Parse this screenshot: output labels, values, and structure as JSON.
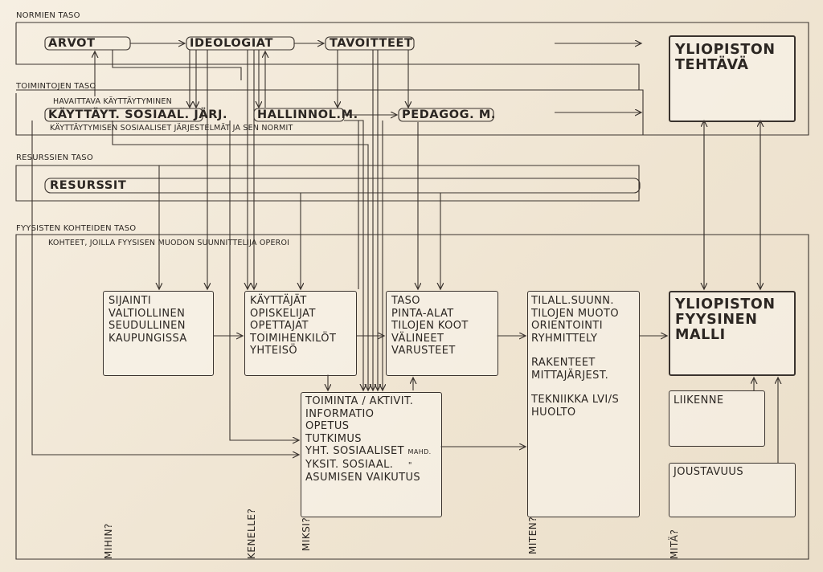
{
  "levels": {
    "norms": "NORMIEN TASO",
    "activities": "TOIMINTOJEN TASO",
    "resources": "RESURSSIEN TASO",
    "physical": "FYYSISTEN KOHTEIDEN TASO"
  },
  "norm_labels": {
    "values": "ARVOT",
    "ideologies": "IDEOLOGIAT",
    "goals": "TAVOITTEET"
  },
  "activity_labels": {
    "observed": "HAVAITTAVA KÄYTTÄYTYMINEN",
    "behaviour": "KÄYTTÄYT. SOSIAAL. JÄRJ.",
    "admin": "HALLINNOL.M.",
    "pedagogic": "PEDAGOG. M.",
    "caption": "KÄYTTÄYTYMISEN SOSIAALISET JÄRJESTELMÄT JA SEN NORMIT"
  },
  "resource_label": "RESURSSIT",
  "physical_caption": "KOHTEET, JOILLA FYYSISEN MUODON SUUNNITTELIJA OPEROI",
  "university_task": [
    "YLIOPISTON",
    "TEHTÄVÄ"
  ],
  "boxes": {
    "location": [
      "SIJAINTI",
      "VALTIOLLINEN",
      "SEUDULLINEN",
      "KAUPUNGISSA"
    ],
    "users": [
      "KÄYTTÄJÄT",
      "OPISKELIJAT",
      "OPETTAJAT",
      "TOIMIHENKILÖT",
      "YHTEISÖ"
    ],
    "spaces": [
      "TASO",
      "PINTA-ALAT",
      "TILOJEN KOOT",
      "VÄLINEET",
      "VARUSTEET"
    ],
    "planning": [
      "TILALL.SUUNN.",
      "TILOJEN MUOTO",
      "ORIENTOINTI",
      "RYHMITTELY",
      "",
      "RAKENTEET",
      "MITTAJÄRJEST.",
      "",
      "TEKNIIKKA LVI/S",
      "HUOLTO"
    ],
    "activity": [
      "TOIMINTA / AKTIVIT.",
      "INFORMATIO",
      "OPETUS",
      "TUTKIMUS"
    ],
    "activity_social": "YHT. SOSIAALISET",
    "activity_social_note": "MAHD.",
    "activity_individual": "YKSIT. SOSIAAL.",
    "activity_individual_note": "\"",
    "activity_housing": "ASUMISEN VAIKUTUS",
    "traffic": "LIIKENNE",
    "flexibility": "JOUSTAVUUS"
  },
  "physical_model": [
    "YLIOPISTON",
    "FYYSINEN",
    "MALLI"
  ],
  "questions": [
    "MIHIN?",
    "KENELLE?",
    "MIKSI?",
    "MITEN?",
    "MITÄ?"
  ]
}
